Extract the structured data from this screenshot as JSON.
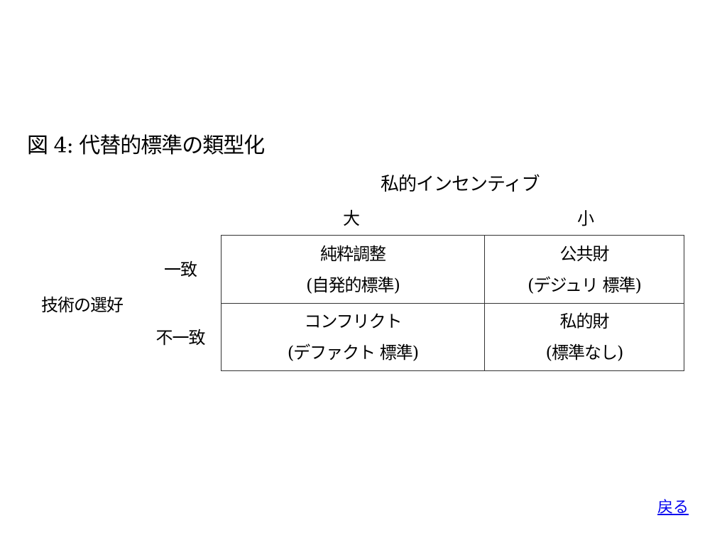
{
  "figure": {
    "title": "図 4:  代替的標準の類型化"
  },
  "matrix": {
    "column_axis": "私的インセンティブ",
    "columns": [
      "大",
      "小"
    ],
    "row_axis": "技術の選好",
    "rows": [
      "一致",
      "不一致"
    ],
    "cells": [
      [
        {
          "name": "純粋調整",
          "type": "(自発的標準)"
        },
        {
          "name": "公共財",
          "type": "(デジュリ 標準)"
        }
      ],
      [
        {
          "name": "コンフリクト",
          "type": "(デファクト 標準)"
        },
        {
          "name": "私的財",
          "type": "(標準なし)"
        }
      ]
    ]
  },
  "nav": {
    "back_label": "戻る"
  },
  "colors": {
    "link": "#0000ee",
    "border": "#333333"
  }
}
